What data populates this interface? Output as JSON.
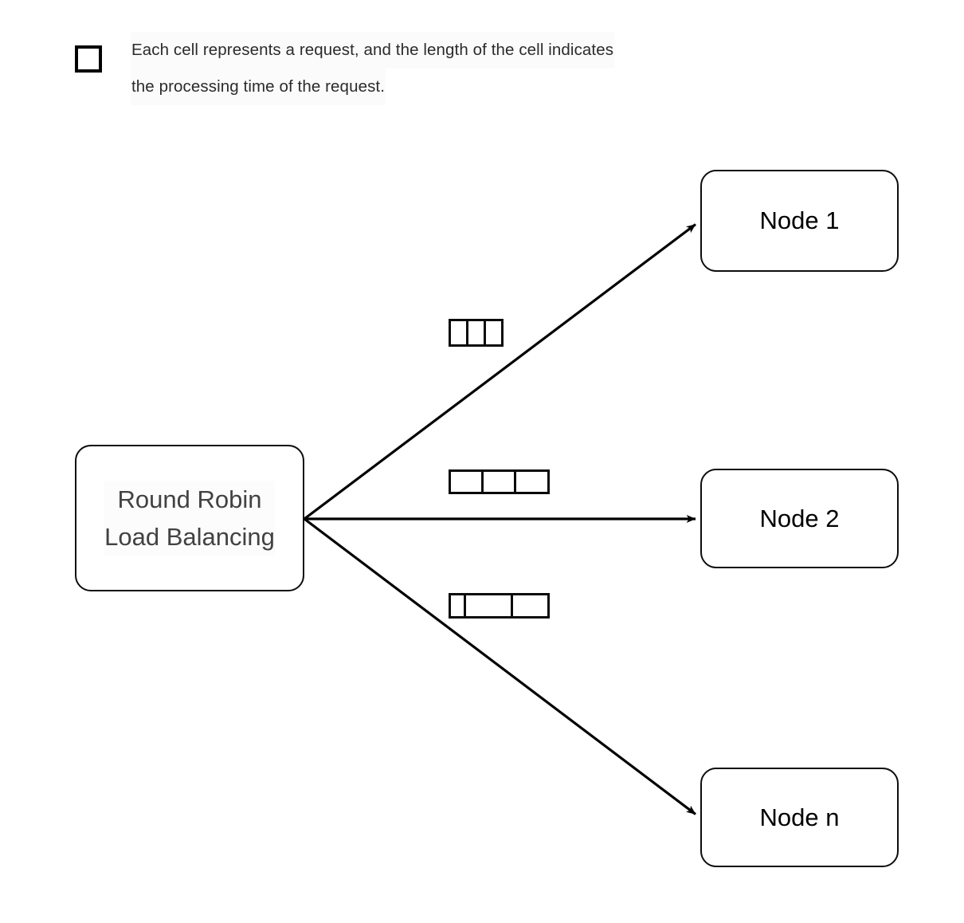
{
  "diagram": {
    "title": "Round Robin Load Balancing",
    "background_color": "#ffffff",
    "stroke_color": "#000000",
    "source_text_color": "#424242",
    "node_text_color": "#000000"
  },
  "legend": {
    "swatch_icon": "square-outline-icon",
    "swatch_border_color": "#000000",
    "line1": "Each cell represents a request, and the length of the cell indicates",
    "line2": "the processing time of the request.",
    "text_color": "#2b2b2b"
  },
  "source": {
    "label": "Round Robin\nLoad Balancing",
    "line1": "Round Robin",
    "line2": "Load Balancing"
  },
  "nodes": [
    {
      "label": "Node 1",
      "queue_index": 0
    },
    {
      "label": "Node 2",
      "queue_index": 1
    },
    {
      "label": "Node n",
      "queue_index": 2
    }
  ],
  "queues": [
    {
      "for_node": "Node 1",
      "cell_count": 3,
      "cell_widths": [
        23,
        23,
        23
      ],
      "total_width": 69
    },
    {
      "for_node": "Node 2",
      "cell_count": 3,
      "cell_widths": [
        42,
        42,
        43
      ],
      "total_width": 127
    },
    {
      "for_node": "Node n",
      "cell_count": 3,
      "cell_widths": [
        18,
        62,
        47
      ],
      "total_width": 127
    }
  ],
  "arrows": [
    {
      "name": "arrow-to-node-1",
      "from": [
        382,
        651
      ],
      "to": [
        879,
        277
      ]
    },
    {
      "name": "arrow-to-node-2",
      "from": [
        382,
        651
      ],
      "to": [
        879,
        651
      ]
    },
    {
      "name": "arrow-to-node-n",
      "from": [
        382,
        651
      ],
      "to": [
        879,
        1026
      ]
    }
  ]
}
